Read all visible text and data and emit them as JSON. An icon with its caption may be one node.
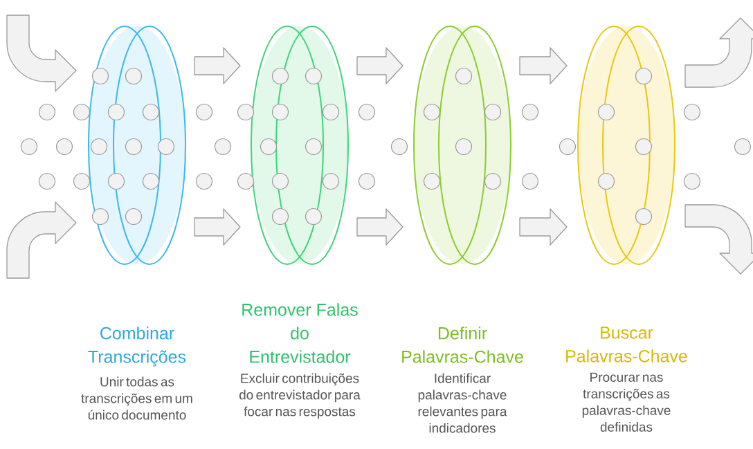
{
  "diagram": {
    "nodes": [
      {
        "text": [],
        "shape": "ring"
      },
      {
        "text": [],
        "shape": "ring"
      },
      {
        "text": [],
        "shape": "ring"
      },
      {
        "text": [],
        "shape": "ring"
      },
      {
        "text": [
          "Combinar Transcrições",
          "Unir todas as transcrições em um único documento"
        ]
      },
      {
        "text": [
          "Remover Falas do Entrevistador",
          "Excluir contribuições do entrevistador para focar nas respostas"
        ]
      },
      {
        "text": [
          "Definir Palavras-Chave",
          "Identificar palavras-chave relevantes para indicadores"
        ]
      },
      {
        "text": [
          "Buscar Palavras-Chave",
          "Procurar nas transcrições as palavras-chave definidas"
        ]
      }
    ],
    "edges": [
      {
        "from": null,
        "to": 0,
        "arrow": "to"
      },
      {
        "from": null,
        "to": 0,
        "arrow": "to"
      },
      {
        "from": 0,
        "to": 1,
        "arrow": "to"
      },
      {
        "from": 0,
        "to": 1,
        "arrow": "to"
      },
      {
        "from": 1,
        "to": 2,
        "arrow": "to"
      },
      {
        "from": 1,
        "to": 2,
        "arrow": "to"
      },
      {
        "from": 2,
        "to": 3,
        "arrow": "to"
      },
      {
        "from": 2,
        "to": 3,
        "arrow": "to"
      },
      {
        "from": 3,
        "to": null,
        "arrow": "to"
      },
      {
        "from": 3,
        "to": null,
        "arrow": "to"
      }
    ]
  }
}
